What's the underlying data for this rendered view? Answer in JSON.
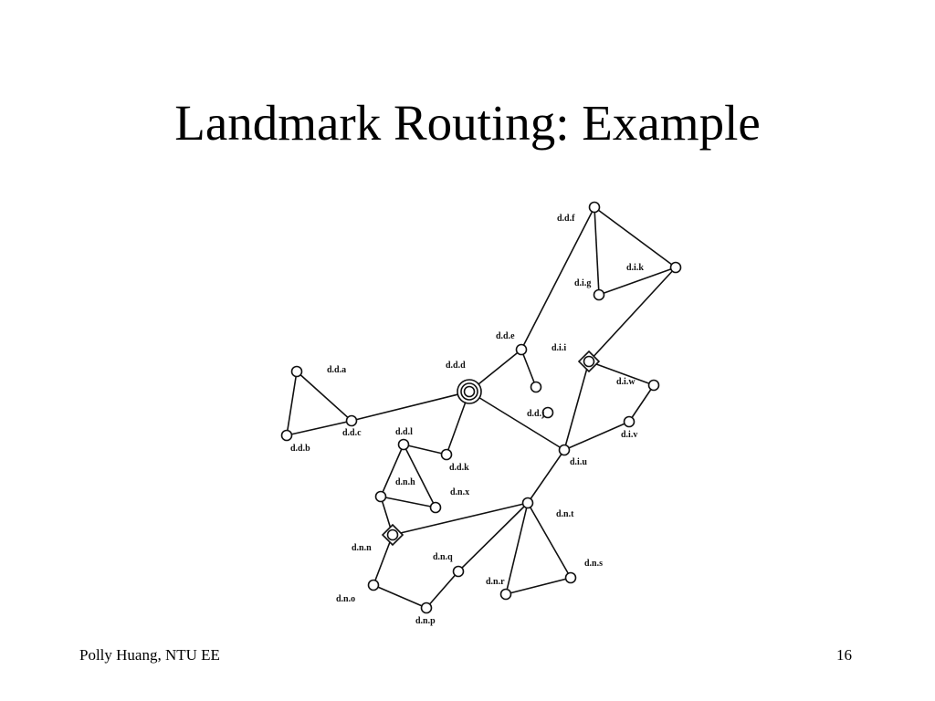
{
  "slide": {
    "title": "Landmark Routing: Example",
    "footer_left": "Polly Huang, NTU EE",
    "footer_right": "16"
  },
  "diagram": {
    "colors": {
      "stroke": "#111111",
      "node_fill": "#ffffff"
    },
    "nodes": [
      {
        "id": "ddf",
        "label": "d.d.f"
      },
      {
        "id": "dik",
        "label": "d.i.k"
      },
      {
        "id": "dig",
        "label": "d.i.g"
      },
      {
        "id": "dde",
        "label": "d.d.e"
      },
      {
        "id": "de_leaf",
        "label": ""
      },
      {
        "id": "dii",
        "label": "d.i.i",
        "marker": "diamond"
      },
      {
        "id": "diw",
        "label": "d.i.w"
      },
      {
        "id": "div",
        "label": "d.i.v"
      },
      {
        "id": "ddd",
        "label": "d.d.d",
        "marker": "double-circle"
      },
      {
        "id": "dda",
        "label": "d.d.a"
      },
      {
        "id": "ddb",
        "label": "d.d.b"
      },
      {
        "id": "ddc",
        "label": "d.d.c"
      },
      {
        "id": "ddj",
        "label": "d.d.j"
      },
      {
        "id": "diu",
        "label": "d.i.u"
      },
      {
        "id": "ddl",
        "label": "d.d.l"
      },
      {
        "id": "ddk",
        "label": "d.d.k"
      },
      {
        "id": "dnh",
        "label": "d.n.h"
      },
      {
        "id": "dnx",
        "label": "d.n.x"
      },
      {
        "id": "dnt",
        "label": "d.n.t"
      },
      {
        "id": "dnn",
        "label": "d.n.n",
        "marker": "diamond"
      },
      {
        "id": "dnq",
        "label": "d.n.q"
      },
      {
        "id": "dnr",
        "label": "d.n.r"
      },
      {
        "id": "dns",
        "label": "d.n.s"
      },
      {
        "id": "dno",
        "label": "d.n.o"
      },
      {
        "id": "dnp",
        "label": "d.n.p"
      }
    ],
    "edges": [
      [
        "ddf",
        "dik"
      ],
      [
        "ddf",
        "dig"
      ],
      [
        "dig",
        "dik"
      ],
      [
        "ddf",
        "dde"
      ],
      [
        "dde",
        "de_leaf"
      ],
      [
        "dde",
        "ddd"
      ],
      [
        "dik",
        "dii"
      ],
      [
        "dii",
        "diw"
      ],
      [
        "diw",
        "div"
      ],
      [
        "dii",
        "diu"
      ],
      [
        "div",
        "diu"
      ],
      [
        "ddd",
        "ddc"
      ],
      [
        "ddd",
        "ddk"
      ],
      [
        "ddd",
        "diu"
      ],
      [
        "dda",
        "ddb"
      ],
      [
        "dda",
        "ddc"
      ],
      [
        "ddb",
        "ddc"
      ],
      [
        "ddl",
        "ddk"
      ],
      [
        "ddl",
        "dnx"
      ],
      [
        "ddl",
        "dnh"
      ],
      [
        "dnh",
        "dnx"
      ],
      [
        "dnh",
        "dnn"
      ],
      [
        "diu",
        "dnt"
      ],
      [
        "dnt",
        "dnn"
      ],
      [
        "dnt",
        "dnr"
      ],
      [
        "dnt",
        "dns"
      ],
      [
        "dnr",
        "dns"
      ],
      [
        "dnn",
        "dno"
      ],
      [
        "dno",
        "dnp"
      ],
      [
        "dnp",
        "dnq"
      ],
      [
        "dnq",
        "dnt"
      ]
    ]
  }
}
